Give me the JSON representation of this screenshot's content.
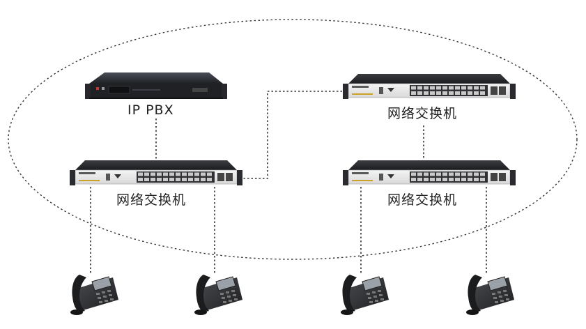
{
  "diagram": {
    "labels": {
      "pbx": "IP PBX",
      "switch_left": "网络交换机",
      "switch_top_right": "网络交换机",
      "switch_bottom_right": "网络交换机"
    },
    "nodes": [
      {
        "id": "pbx",
        "type": "ip-pbx",
        "label_key": "pbx"
      },
      {
        "id": "switch-left",
        "type": "network-switch",
        "label_key": "switch_left"
      },
      {
        "id": "switch-top-right",
        "type": "network-switch",
        "label_key": "switch_top_right"
      },
      {
        "id": "switch-bottom-right",
        "type": "network-switch",
        "label_key": "switch_bottom_right"
      },
      {
        "id": "phone-1",
        "type": "ip-phone"
      },
      {
        "id": "phone-2",
        "type": "ip-phone"
      },
      {
        "id": "phone-3",
        "type": "ip-phone"
      },
      {
        "id": "phone-4",
        "type": "ip-phone"
      }
    ],
    "links": [
      {
        "from": "pbx",
        "to": "switch-left",
        "style": "dotted"
      },
      {
        "from": "switch-left",
        "to": "switch-top-right",
        "style": "dotted"
      },
      {
        "from": "switch-top-right",
        "to": "switch-bottom-right",
        "style": "dotted"
      },
      {
        "from": "switch-left",
        "to": "phone-1",
        "style": "dotted"
      },
      {
        "from": "switch-left",
        "to": "phone-2",
        "style": "dotted"
      },
      {
        "from": "switch-bottom-right",
        "to": "phone-3",
        "style": "dotted"
      },
      {
        "from": "switch-bottom-right",
        "to": "phone-4",
        "style": "dotted"
      }
    ],
    "colors": {
      "device_body": "#2b2d31",
      "device_panel": "#e8e8e8",
      "port_accent": "#c9a227",
      "line": "#333333",
      "ellipse": "#333333"
    }
  }
}
